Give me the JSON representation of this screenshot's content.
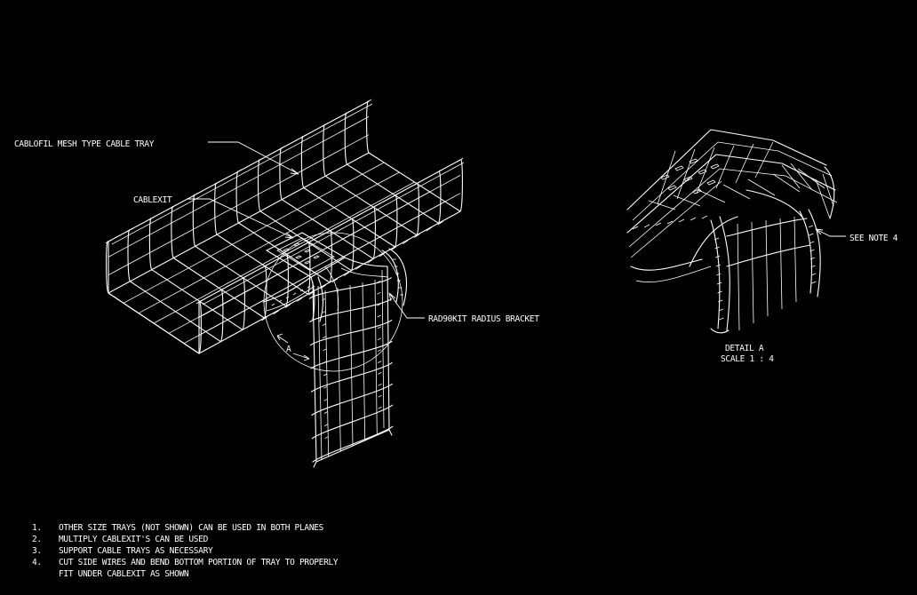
{
  "labels": {
    "tray": "CABLOFIL MESH TYPE CABLE TRAY",
    "cablexit": "CABLEXIT",
    "bracket": "RAD90KIT RADIUS BRACKET",
    "see_note": "SEE NOTE 4",
    "detail_marker": "A",
    "detail_title": "DETAIL A",
    "detail_scale": "SCALE 1 : 4"
  },
  "notes": [
    {
      "num": "1.",
      "text": "OTHER SIZE TRAYS (NOT SHOWN) CAN BE USED IN BOTH PLANES"
    },
    {
      "num": "2.",
      "text": "MULTIPLY CABLEXIT'S CAN BE USED"
    },
    {
      "num": "3.",
      "text": "SUPPORT CABLE TRAYS AS NECESSARY"
    },
    {
      "num": "4.",
      "text": "CUT SIDE WIRES AND BEND BOTTOM PORTION OF TRAY TO PROPERLY"
    },
    {
      "num": "",
      "text": "FIT UNDER CABLEXIT AS SHOWN"
    }
  ],
  "colors": {
    "background": "#000000",
    "linework": "#ffffff"
  }
}
